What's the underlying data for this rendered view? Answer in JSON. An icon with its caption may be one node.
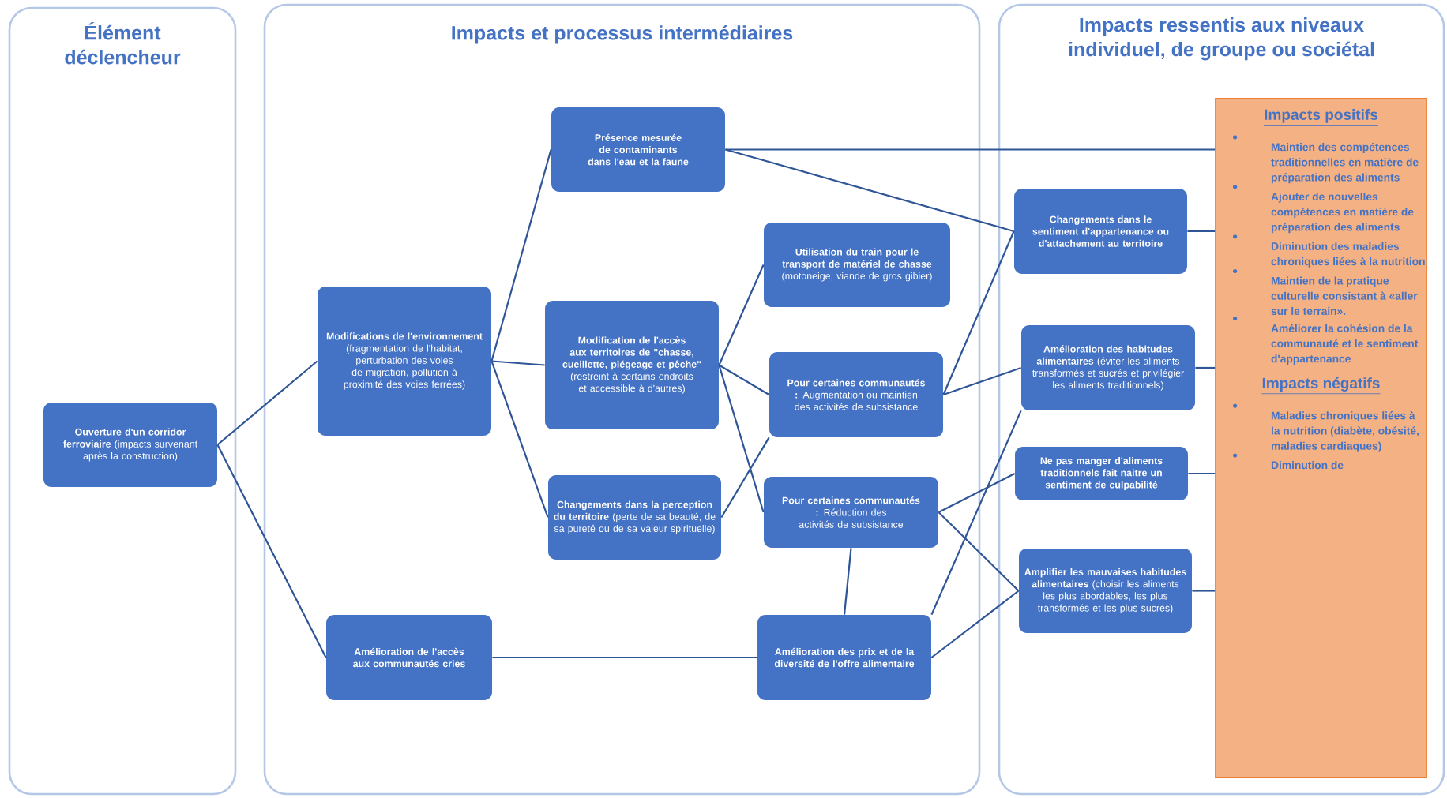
{
  "diagram": {
    "nodes": [
      {
        "text": [
          "Élément déclencheur"
        ]
      },
      {
        "text": [
          "Impacts et processus intermédiaires"
        ]
      },
      {
        "text": [
          "Impacts ressentis aux niveaux individuel, de groupe ou sociétal"
        ]
      },
      {
        "text": [
          "**Ouverture d'un corridor ferroviaire** (impacts survenant après la construction)"
        ],
        "in": 0
      },
      {
        "text": [
          "**Modifications de l'environnement** (fragmentation de l'habitat, perturbation des voies de migration, pollution à proximité des voies ferrées)"
        ],
        "in": 1
      },
      {
        "text": [
          "Amélioration de l'accès aux communautés cries"
        ],
        "in": 1
      },
      {
        "text": [
          "Présence mesurée de contaminants dans l'eau et la faune"
        ],
        "in": 1
      },
      {
        "text": [
          "**Modification de l'accès aux territoires de \"chasse, cueillette, piégeage et pêche\"** (restreint à certains endroits et accessible à d'autres)"
        ],
        "in": 1
      },
      {
        "text": [
          "**Changements dans la perception du territoire** (perte de sa beauté, de sa pureté ou de sa valeur spirituelle)"
        ],
        "in": 1
      },
      {
        "text": [
          "**Utilisation du train pour le transport de matériel de chasse** (motoneige, viande de gros gibier)"
        ],
        "in": 1
      },
      {
        "text": [
          "**Pour certaines communautés :** Augmentation ou maintien des activités de subsistance"
        ],
        "in": 1
      },
      {
        "text": [
          "**Pour certaines communautés :** Réduction des activités de subsistance"
        ],
        "in": 1
      },
      {
        "text": [
          "Amélioration des prix et de la diversité de l'offre alimentaire"
        ],
        "in": 1
      },
      {
        "text": [
          "Changements dans le sentiment d'appartenance ou d'attachement au territoire"
        ],
        "in": 2
      },
      {
        "text": [
          "**Amélioration des habitudes alimentaires** (éviter les aliments transformés et sucrés et privilégier les aliments traditionnels)"
        ],
        "in": 2
      },
      {
        "text": [
          "Ne pas manger d'aliments traditionnels fait naitre un sentiment de culpabilité"
        ],
        "in": 2
      },
      {
        "text": [
          "**Amplifier les mauvaises habitudes alimentaires** (choisir les aliments les plus abordables, les plus transformés et les plus sucrés)"
        ],
        "in": 2
      },
      {
        "text": [
          "Impacts positifs",
          "Maintien des compétences traditionnelles en matière de préparation des aliments",
          "Ajouter de nouvelles compétences en matière de préparation des aliments",
          "Diminution des maladies chroniques liées à la nutrition",
          "Maintien de la pratique culturelle consistant à «aller sur le terrain».",
          "Améliorer la cohésion de la communauté et le sentiment d'appartenance",
          "Impacts négatifs",
          "Maladies chroniques liées à la nutrition (diabète, obésité, maladies cardiaques)",
          "Diminution de"
        ],
        "in": 2
      }
    ],
    "edges": [
      {
        "from": 3,
        "to": 4,
        "arrow": "none"
      },
      {
        "from": 3,
        "to": 5,
        "arrow": "none"
      },
      {
        "from": 4,
        "to": 6,
        "arrow": "none"
      },
      {
        "from": 4,
        "to": 7,
        "arrow": "none"
      },
      {
        "from": 4,
        "to": 8,
        "arrow": "none"
      },
      {
        "from": 5,
        "to": 12,
        "arrow": "none"
      },
      {
        "from": 6,
        "to": 13,
        "arrow": "none"
      },
      {
        "from": 6,
        "to": 17,
        "arrow": "none"
      },
      {
        "from": 7,
        "to": 9,
        "arrow": "none"
      },
      {
        "from": 7,
        "to": 10,
        "arrow": "none"
      },
      {
        "from": 7,
        "to": 11,
        "arrow": "none"
      },
      {
        "from": 8,
        "to": 10,
        "arrow": "none"
      },
      {
        "from": 10,
        "to": 13,
        "arrow": "none"
      },
      {
        "from": 10,
        "to": 14,
        "arrow": "none"
      },
      {
        "from": 11,
        "to": 12,
        "arrow": "none"
      },
      {
        "from": 11,
        "to": 15,
        "arrow": "none"
      },
      {
        "from": 11,
        "to": 16,
        "arrow": "none"
      },
      {
        "from": 12,
        "to": 14,
        "arrow": "none"
      },
      {
        "from": 12,
        "to": 16,
        "arrow": "none"
      },
      {
        "from": 13,
        "to": 17,
        "arrow": "none"
      },
      {
        "from": 14,
        "to": 17,
        "arrow": "none"
      },
      {
        "from": 15,
        "to": 17,
        "arrow": "none"
      },
      {
        "from": 16,
        "to": 17,
        "arrow": "none"
      }
    ]
  }
}
